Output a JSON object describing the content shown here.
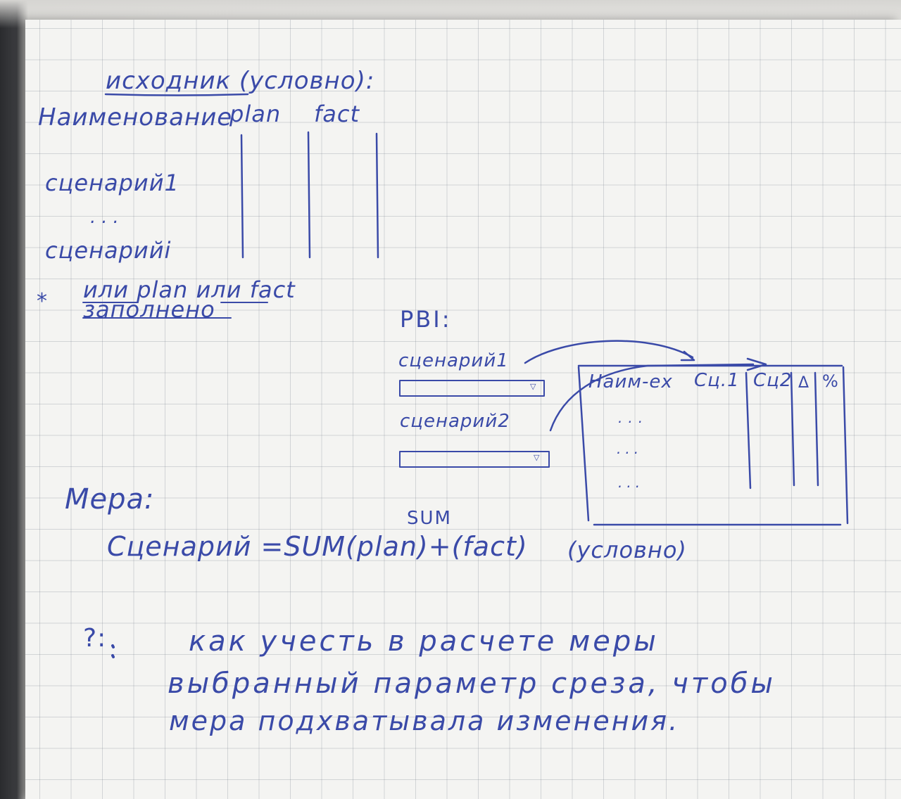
{
  "page_title": "исходник (условно):",
  "source_table": {
    "headers": [
      "Наименование",
      "plan",
      "fact"
    ],
    "rows": [
      "сценарий1",
      "...",
      "сценарийi"
    ]
  },
  "note": {
    "marker": "*",
    "line1": "или plan или fact",
    "line2": "заполнено"
  },
  "pbi": {
    "label": "PBI:",
    "slicer1_label": "сценарий1",
    "slicer2_label": "сценарий2",
    "dropdown_arrow": "▽",
    "table_headers": [
      "Наим-ех",
      "Сц.1",
      "Сц2",
      "Δ",
      "%"
    ],
    "table_rows": [
      "...",
      "...",
      "..."
    ]
  },
  "measure": {
    "label": "Мера:",
    "sum_label": "SUM",
    "formula": "Сценарий =SUM(plan)+(fact)",
    "condition": "(условно)"
  },
  "question": {
    "marker": "?:",
    "line1": "как учесть в расчете меры",
    "line2": "выбранный параметр среза, чтобы",
    "line3": "мера подхватывала изменения."
  }
}
